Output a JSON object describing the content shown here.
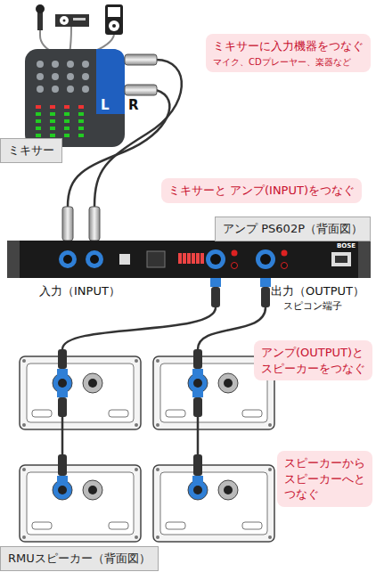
{
  "diagram": {
    "nodes": [
      {
        "text": [
          "ミキサーに入力機器をつなぐ",
          "マイク、CDプレーヤー、楽器など"
        ]
      },
      {
        "text": [
          "ミキサー"
        ]
      },
      {
        "text": [
          "ミキサーと アンプ(INPUT)をつなぐ"
        ]
      },
      {
        "text": [
          "アンプ PS602P（背面図）"
        ]
      },
      {
        "text": [
          "アンプ(OUTPUT)と スピーカーをつなぐ"
        ]
      },
      {
        "text": [
          "スピーカーから スピーカーへと つなぐ"
        ]
      },
      {
        "text": [
          "RMUスピーカー（背面図）"
        ]
      }
    ],
    "labels": [
      "L",
      "R",
      "入力（INPUT）",
      "出力（OUTPUT）",
      "スピコン端子",
      "BOSE"
    ]
  }
}
